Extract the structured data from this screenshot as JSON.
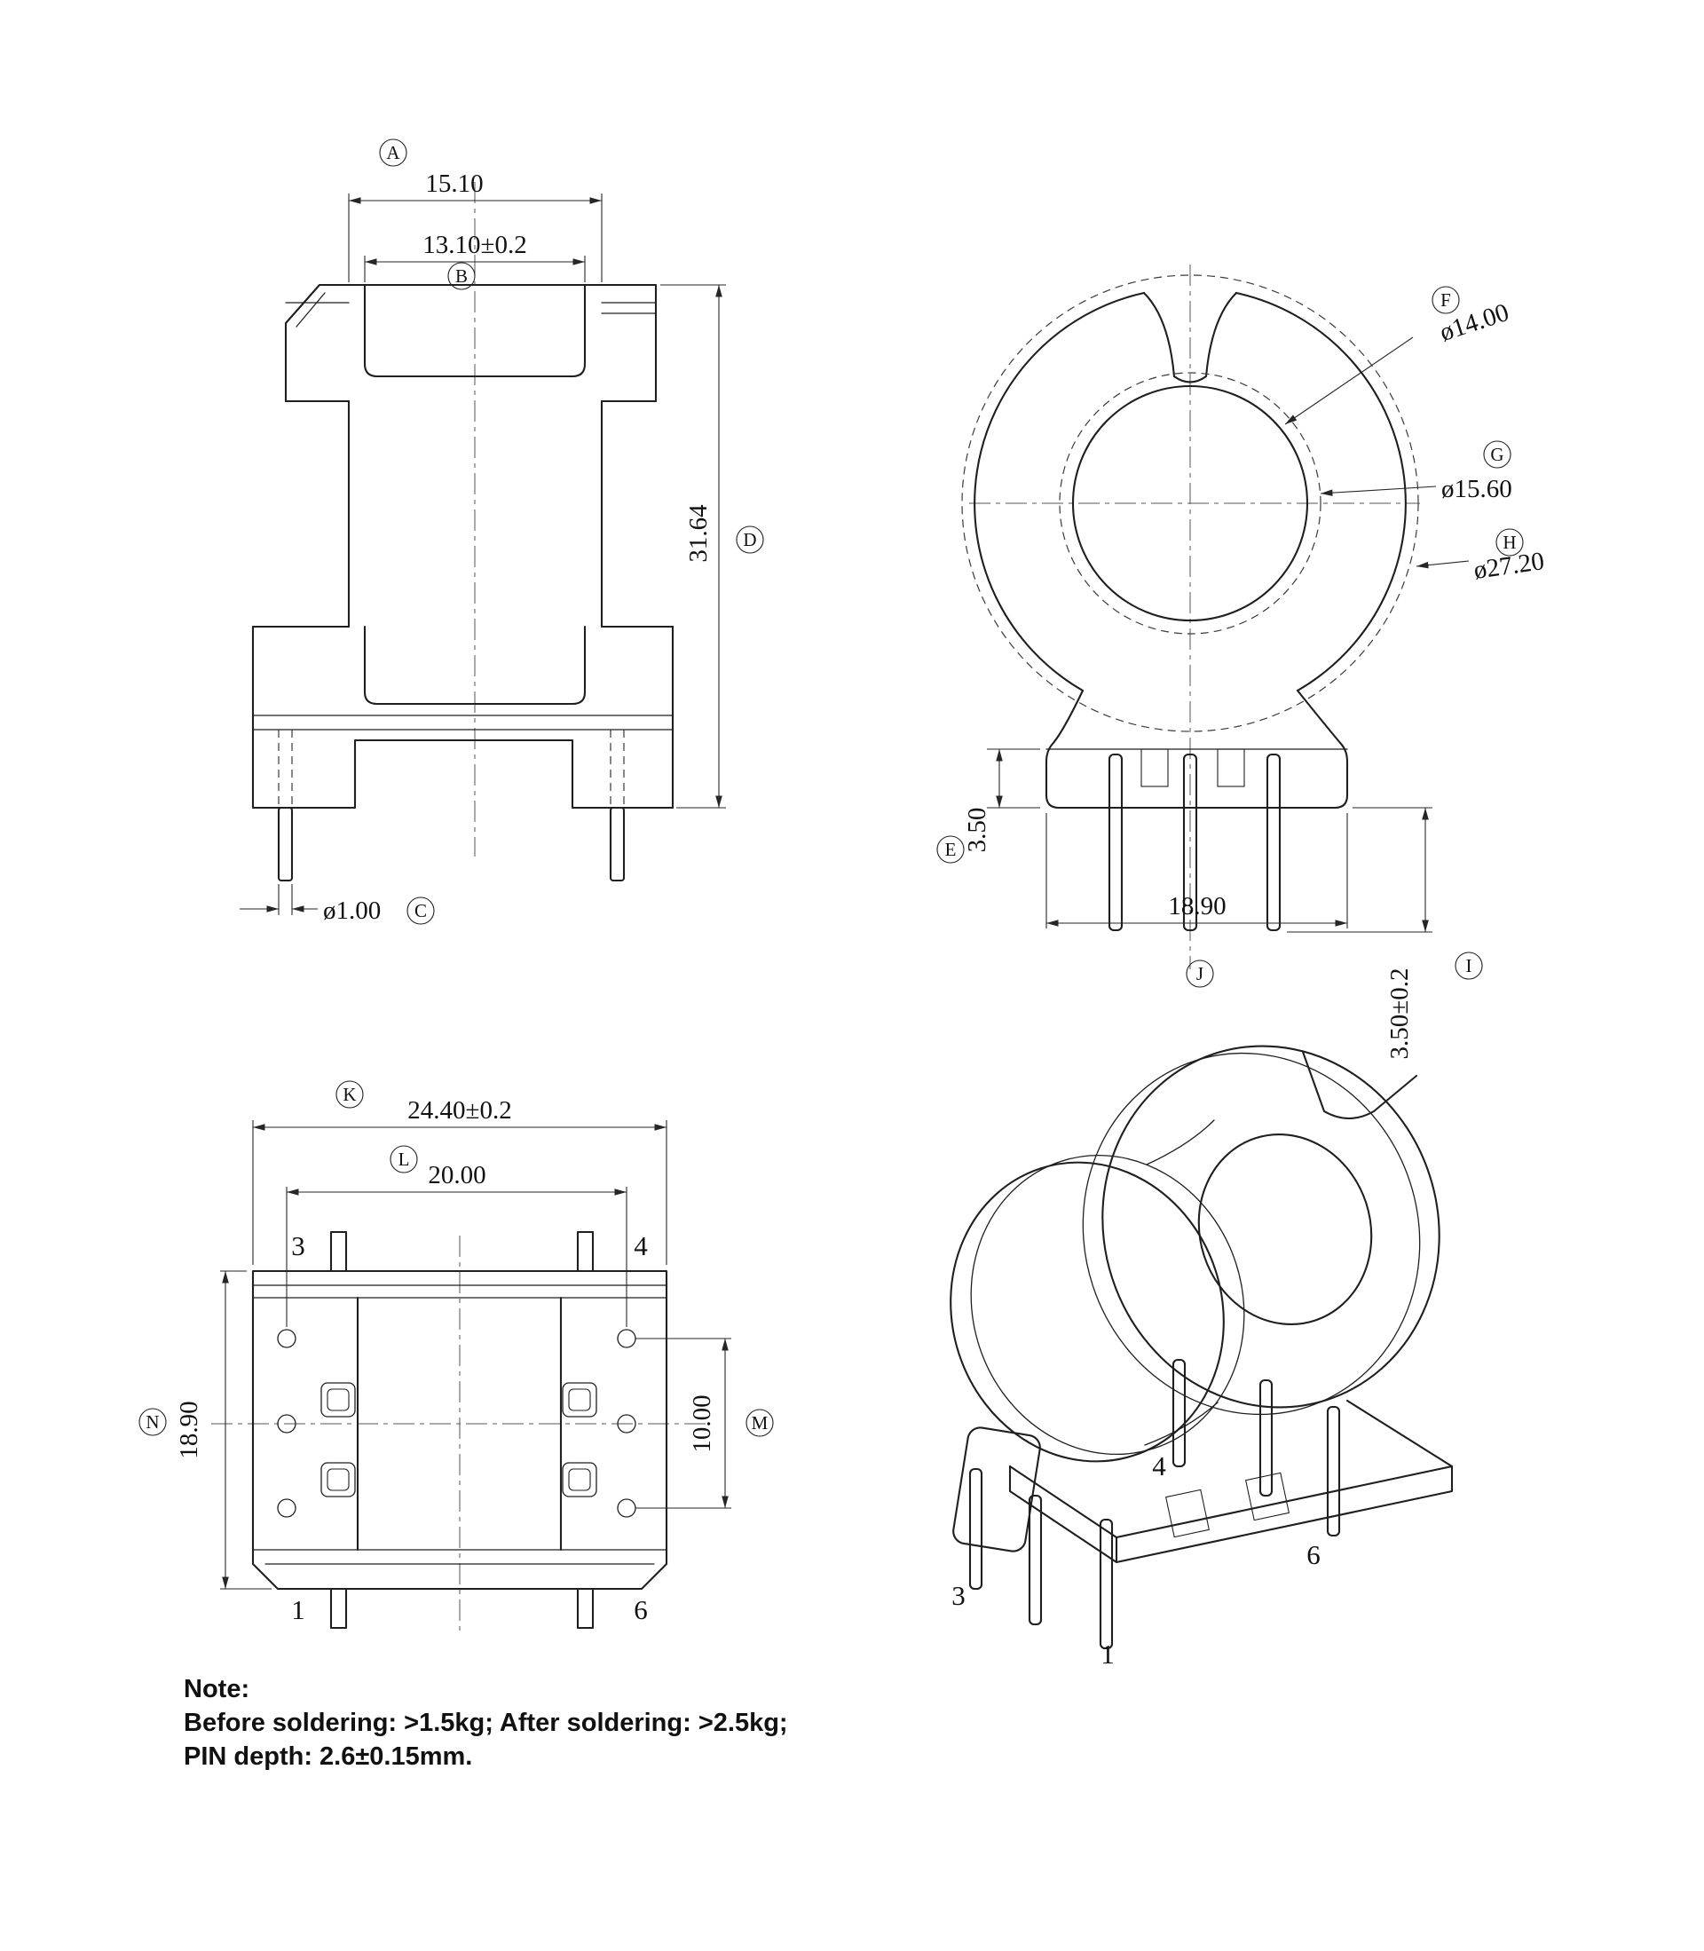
{
  "colors": {
    "line": "#1f1f1f",
    "background": "#ffffff"
  },
  "dims": {
    "A": {
      "id": "A",
      "value": "15.10"
    },
    "B": {
      "id": "B",
      "value": "13.10±0.2"
    },
    "C": {
      "id": "C",
      "value": "ø1.00"
    },
    "D": {
      "id": "D",
      "value": "31.64"
    },
    "E": {
      "id": "E",
      "value": "3.50"
    },
    "F": {
      "id": "F",
      "value": "ø14.00"
    },
    "G": {
      "id": "G",
      "value": "ø15.60"
    },
    "H": {
      "id": "H",
      "value": "ø27.20"
    },
    "I": {
      "id": "I",
      "value": "3.50±0.2"
    },
    "J": {
      "id": "J",
      "value": "18.90"
    },
    "K": {
      "id": "K",
      "value": "24.40±0.2"
    },
    "L": {
      "id": "L",
      "value": "20.00"
    },
    "M": {
      "id": "M",
      "value": "10.00"
    },
    "N": {
      "id": "N",
      "value": "18.90"
    }
  },
  "pins": {
    "bottom": {
      "tl": "3",
      "tr": "4",
      "bl": "1",
      "br": "6"
    },
    "iso": {
      "p4": "4",
      "p3": "3",
      "p1": "1",
      "p6": "6"
    }
  },
  "note": {
    "title": "Note:",
    "lines": [
      "Before soldering: >1.5kg; After soldering: >2.5kg;",
      "PIN depth: 2.6±0.15mm."
    ]
  }
}
